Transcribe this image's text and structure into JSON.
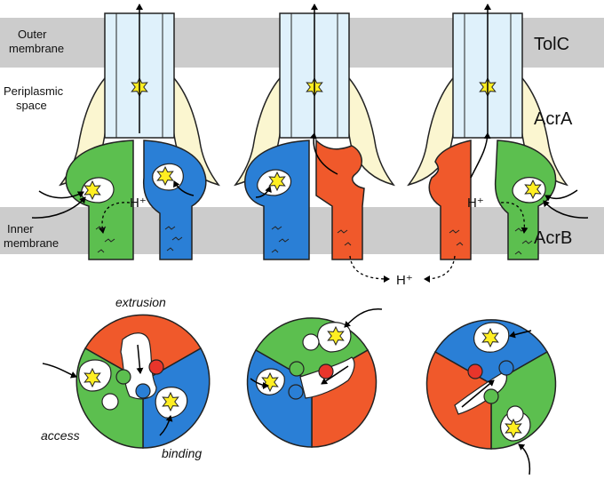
{
  "labels": {
    "outer_membrane": [
      "Outer",
      "membrane"
    ],
    "periplasmic_space": [
      "Periplasmic",
      "space"
    ],
    "inner_membrane": [
      "Inner",
      "membrane"
    ],
    "tolc": "TolC",
    "acra": "AcrA",
    "acrb": "AcrB",
    "proton": "H⁺",
    "extrusion": "extrusion",
    "access": "access",
    "binding": "binding"
  },
  "colors": {
    "membrane": "#cccccc",
    "tolc_fill": "#dff1fb",
    "acra_fill": "#fbf6d0",
    "green": "#5cbf4f",
    "blue": "#2a7fd6",
    "orange": "#f0592b",
    "red_bead": "#e8352b",
    "substrate": "#ffee22",
    "pocket": "#ffffff"
  },
  "icons": [
    "substrate-star-icon",
    "arrow-icon",
    "dashed-arrow-icon"
  ]
}
